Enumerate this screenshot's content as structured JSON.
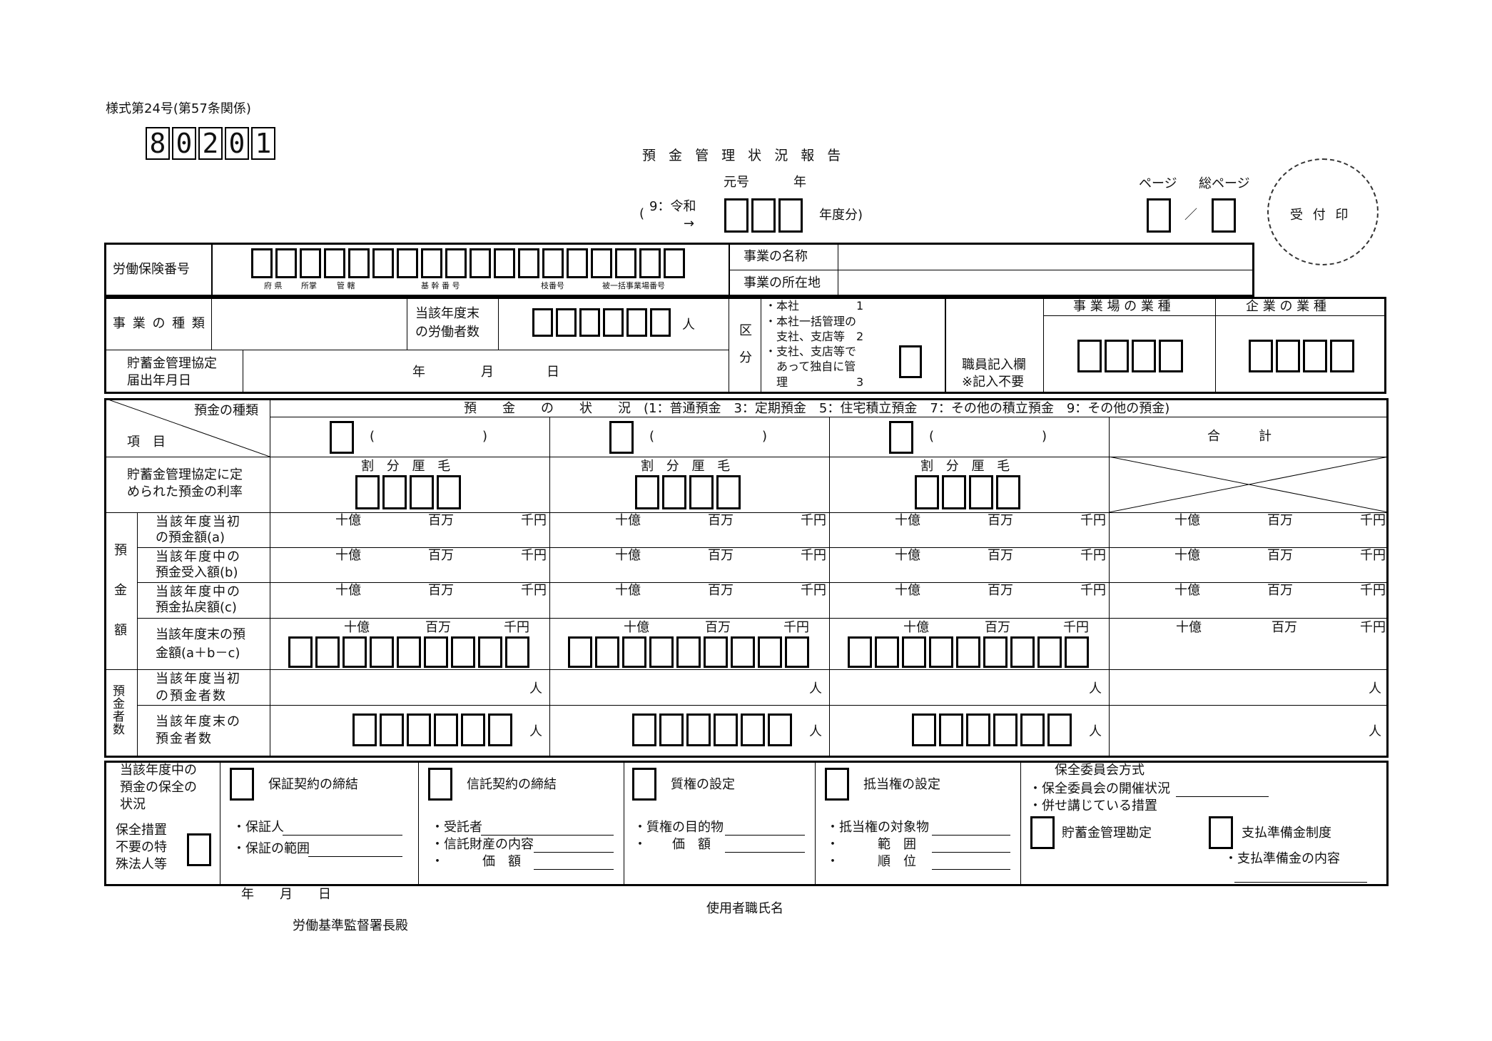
{
  "header": {
    "form_ref": "様式第24号(第57条関係)",
    "form_code_digits": [
      "8",
      "0",
      "2",
      "0",
      "1"
    ],
    "title": "預 金 管 理 状 況 報 告",
    "era_label": "元号",
    "year_label": "年",
    "era_note_open": "(",
    "era_note": "9：令和",
    "era_arrow": "→",
    "year_suffix": "年度分)",
    "page_label": "ページ",
    "total_page_label": "総ページ",
    "page_slash": "／",
    "stamp_label": "受 付 印"
  },
  "top_section": {
    "insurance_no_label": "労働保険番号",
    "insurance_no_sublabels": [
      "府 県",
      "所掌",
      "管 轄",
      "基 幹 番 号",
      "枝番号",
      "被一括事業場番号"
    ],
    "business_name_label": "事業の名称",
    "business_address_label": "事業の所在地",
    "business_type_label": "事 業 の 種 類",
    "workers_label_1": "当該年度末",
    "workers_label_2": "の労働者数",
    "workers_unit": "人",
    "agreement_date_label_1": "貯蓄金管理協定",
    "agreement_date_label_2": "届出年月日",
    "date_year": "年",
    "date_month": "月",
    "date_day": "日",
    "kubun_1": "区",
    "kubun_2": "分",
    "kubun_options": [
      "・本社　　　　　1",
      "・本社一括管理の",
      "　支社、支店等　2",
      "・支社、支店等で",
      "　あって独自に管",
      "　理　　　　　　3"
    ],
    "staff_label_1": "職員記入欄",
    "staff_label_2": "※記入不要",
    "workplace_industry": "事 業 場 の 業 種",
    "company_industry": "企 業 の 業 種"
  },
  "deposit_table": {
    "type_label": "預金の種類",
    "item_label": "項　目",
    "status_header": "預　　金　　の　　状　　況　(1：普通預金　3：定期預金　5：住宅積立預金　7：その他の積立預金　9：その他の預金)",
    "paren_open": "(",
    "paren_close": ")",
    "total_label": "合　　　計",
    "rate_label_1": "貯蓄金管理協定に定",
    "rate_label_2": "められた預金の利率",
    "rate_units": "割 分 厘 毛",
    "amount_side": [
      "預",
      "金",
      "額"
    ],
    "rows": [
      {
        "l1": "当該年度当初",
        "l2": "の預金額(a)"
      },
      {
        "l1": "当該年度中の",
        "l2": "預金受入額(b)"
      },
      {
        "l1": "当該年度中の",
        "l2": "預金払戻額(c)"
      },
      {
        "l1": "当該年度末の預",
        "l2": "金額(a＋b－c)"
      }
    ],
    "unit_billion": "十億",
    "unit_million": "百万",
    "unit_thousand": "千円",
    "depositor_side": [
      "預",
      "金",
      "者",
      "数"
    ],
    "depositor_rows": [
      {
        "l1": "当該年度当初",
        "l2": "の預金者数"
      },
      {
        "l1": "当該年度末の",
        "l2": "預金者数"
      }
    ],
    "person_unit": "人"
  },
  "protection": {
    "label_1": "当該年度中の",
    "label_2": "預金の保全の",
    "label_3": "状況",
    "exempt_1": "保全措置",
    "exempt_2": "不要の特",
    "exempt_3": "殊法人等",
    "col1_title": "保証契約の締結",
    "col1_items": [
      "・保証人",
      "・保証の範囲"
    ],
    "col2_title": "信託契約の締結",
    "col2_items": [
      "・受託者",
      "・信託財産の内容",
      "・　　　価　額"
    ],
    "col3_title": "質権の設定",
    "col3_items": [
      "・質権の目的物",
      "・　　価　額"
    ],
    "col4_title": "抵当権の設定",
    "col4_items": [
      "・抵当権の対象物",
      "・　　　範　囲",
      "・　　　順　位"
    ],
    "col5_title": "保全委員会方式",
    "col5_items": [
      "・保全委員会の開催状況",
      "・併せ講じている措置"
    ],
    "col5_opt1": "貯蓄金管理勘定",
    "col5_opt2": "支払準備金制度",
    "col5_opt2_item": "・支払準備金の内容"
  },
  "footer": {
    "date": "年　　月　　日",
    "addressee": "労働基準監督署長殿",
    "employer": "使用者職氏名"
  }
}
